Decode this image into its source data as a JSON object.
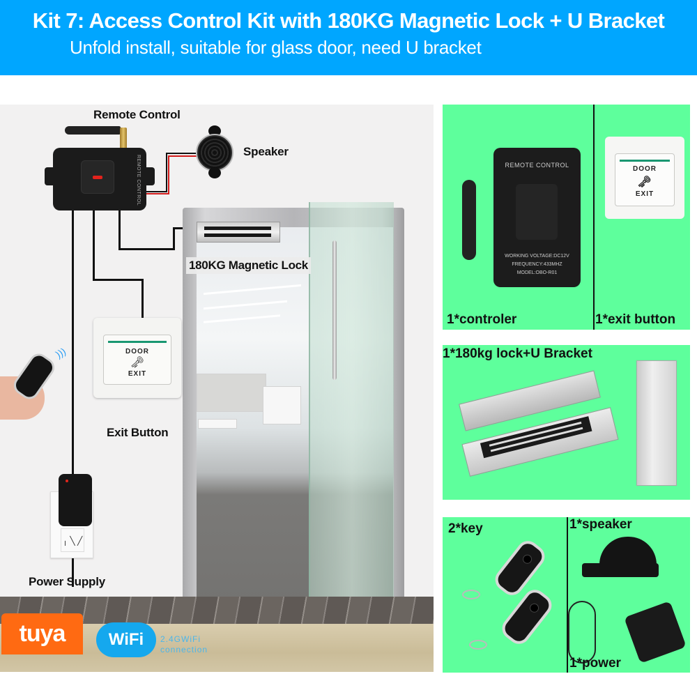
{
  "header": {
    "title": "Kit 7: Access Control Kit with 180KG Magnetic Lock + U Bracket",
    "subtitle": "Unfold install, suitable for glass door, need U bracket",
    "background_color": "#00a6ff"
  },
  "scene": {
    "labels": {
      "remote_control": "Remote Control",
      "speaker": "Speaker",
      "magnetic_lock": "180KG Magnetic Lock",
      "exit_button": "Exit Button",
      "power_supply": "Power Supply"
    },
    "controller_text": "REMOTE CONTROL",
    "exit_button_face": {
      "top": "DOOR",
      "key_glyph": "🗝",
      "bottom": "EXIT"
    },
    "outlet_glyph": "╷ ╲ ╱",
    "signal_glyph": ")))",
    "badges": {
      "tuya": "tuya",
      "wifi": "WiFi",
      "wifi_caption_line1": "2.4GWiFi",
      "wifi_caption_line2": "connection"
    }
  },
  "panels": {
    "controller": {
      "caption": "1*controler",
      "device_title": "REMOTE CONTROL",
      "spec_lines": [
        "WORKING VOLTAGE:DC12V",
        "FREQUENCY:433MHZ",
        "MODEL:OBO-R01"
      ]
    },
    "exit_button": {
      "caption": "1*exit button",
      "face_top": "DOOR",
      "key_glyph": "🗝",
      "face_bottom": "EXIT"
    },
    "lock": {
      "caption": "1*180kg lock+U Bracket"
    },
    "keys": {
      "caption": "2*key"
    },
    "speaker": {
      "caption": "1*speaker"
    },
    "power": {
      "caption": "1*power"
    },
    "panel_color": "#5eff9c"
  }
}
